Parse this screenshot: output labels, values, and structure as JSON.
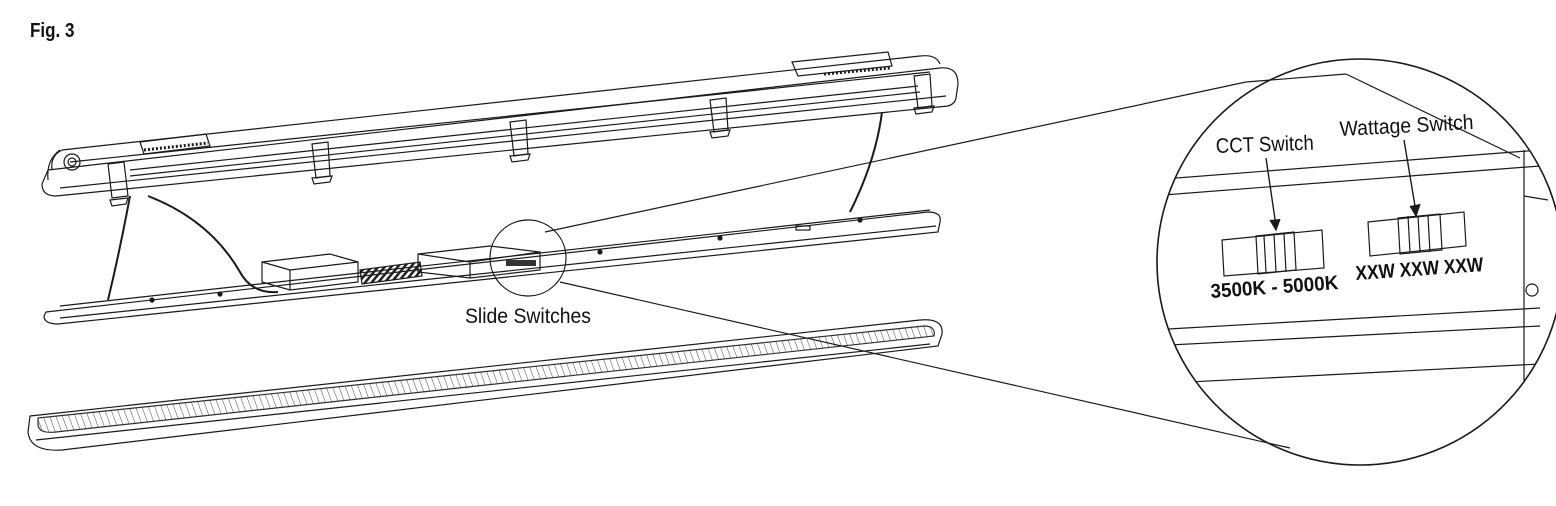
{
  "figure": {
    "label": "Fig. 3"
  },
  "callouts": {
    "slide_switches": "Slide Switches",
    "cct_switch": "CCT Switch",
    "wattage_switch": "Wattage Switch",
    "cct_range": "3500K - 5000K",
    "wattage_options": "XXW XXW XXW"
  },
  "colors": {
    "line": "#1a1a1a",
    "background": "#ffffff",
    "shade": "#555555"
  }
}
